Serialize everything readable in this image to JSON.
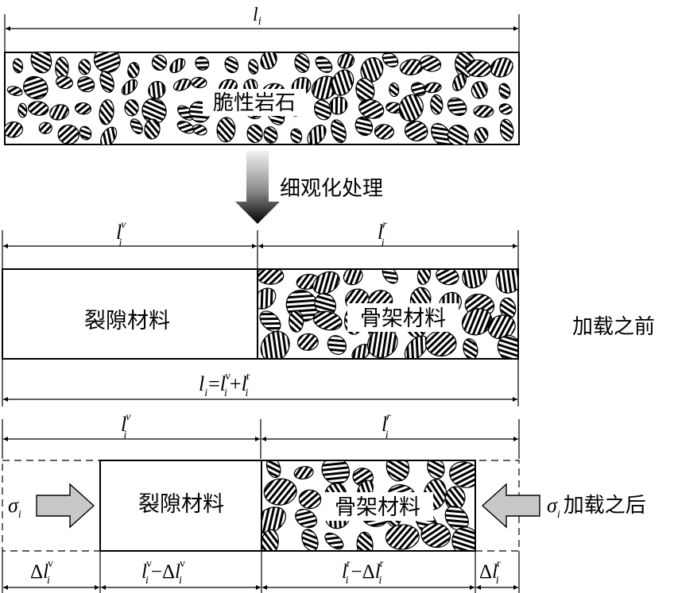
{
  "top": {
    "length_var": "l",
    "length_sub": "i",
    "material_label": "脆性岩石"
  },
  "process": {
    "label": "细观化处理"
  },
  "before": {
    "void_len_var": "l",
    "void_len_sub": "i",
    "void_len_sup": "v",
    "skel_len_var": "l",
    "skel_len_sub": "i",
    "skel_len_sup": "r",
    "void_label": "裂隙材料",
    "skeleton_label": "骨架材料",
    "stage_label": "加载之前",
    "total": {
      "lhs_var": "l",
      "lhs_sub": "i",
      "eq": "=",
      "a_var": "l",
      "a_sub": "i",
      "a_sup": "v",
      "plus": "+",
      "b_var": "l",
      "b_sub": "i",
      "b_sup": "r"
    }
  },
  "after": {
    "void_len_var": "l",
    "void_len_sub": "i",
    "void_len_sup": "v",
    "skel_len_var": "l",
    "skel_len_sub": "i",
    "skel_len_sup": "r",
    "void_label": "裂隙材料",
    "skeleton_label": "骨架材料",
    "stress_left_var": "σ",
    "stress_left_sub": "i",
    "stress_right_var": "σ",
    "stress_right_sub": "i",
    "stage_label": "加载之后",
    "delta": "Δ",
    "minus": "−",
    "dim_a": {
      "d": "Δ",
      "var": "l",
      "sub": "i",
      "sup": "v"
    },
    "dim_b": {
      "var1": "l",
      "sub1": "i",
      "sup1": "v",
      "minus": "−",
      "d": "Δ",
      "var2": "l",
      "sub2": "i",
      "sup2": "v"
    },
    "dim_c": {
      "var1": "l",
      "sub1": "i",
      "sup1": "r",
      "minus": "−",
      "d": "Δ",
      "var2": "l",
      "sub2": "i",
      "sup2": "r"
    },
    "dim_d": {
      "d": "Δ",
      "var": "l",
      "sub": "i",
      "sup": "r"
    }
  },
  "colors": {
    "line": "#000000",
    "arrow_fill": "#c8c8c8",
    "background": "#ffffff"
  }
}
